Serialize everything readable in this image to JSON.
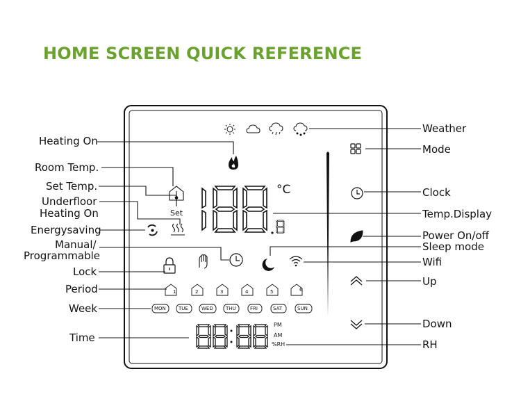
{
  "title": "HOME SCREEN QUICK REFERENCE",
  "accent_color": "#6aa22e",
  "left_labels": {
    "heating_on": "Heating On",
    "room_temp": "Room Temp.",
    "set_temp": "Set  Temp.",
    "underfloor_1": "Underfloor",
    "underfloor_2": "Heating On",
    "energysaving": "Energysaving",
    "manual_1": "Manual/",
    "manual_2": "Programmable",
    "lock": "Lock",
    "period": "Period",
    "week": "Week",
    "time": "Time"
  },
  "right_labels": {
    "weather": "Weather",
    "mode": "Mode",
    "clock": "Clock",
    "temp_display": "Temp.Display",
    "power": "Power On/off",
    "sleep": "Sleep mode",
    "wifi": "Wifi",
    "up": "Up",
    "down": "Down",
    "rh": "RH"
  },
  "screen": {
    "set_text": "Set",
    "celsius": "°C",
    "pm": "PM",
    "am": "AM",
    "rh_text": "%RH",
    "weekdays": [
      "MON",
      "TUE",
      "WED",
      "THU",
      "FRI",
      "SAT",
      "SUN"
    ],
    "periods": [
      "1",
      "2",
      "3",
      "4",
      "5",
      "6"
    ]
  },
  "icons": [
    "sun-icon",
    "cloud-icon",
    "rain-icon",
    "snow-icon",
    "flame-icon",
    "room-temp-icon",
    "underfloor-heating-icon",
    "energysaving-icon",
    "hand-icon",
    "clock-icon",
    "moon-icon",
    "wifi-icon",
    "lock-icon",
    "mode-icon",
    "leaf-icon",
    "chevron-up-icon",
    "chevron-down-icon"
  ]
}
